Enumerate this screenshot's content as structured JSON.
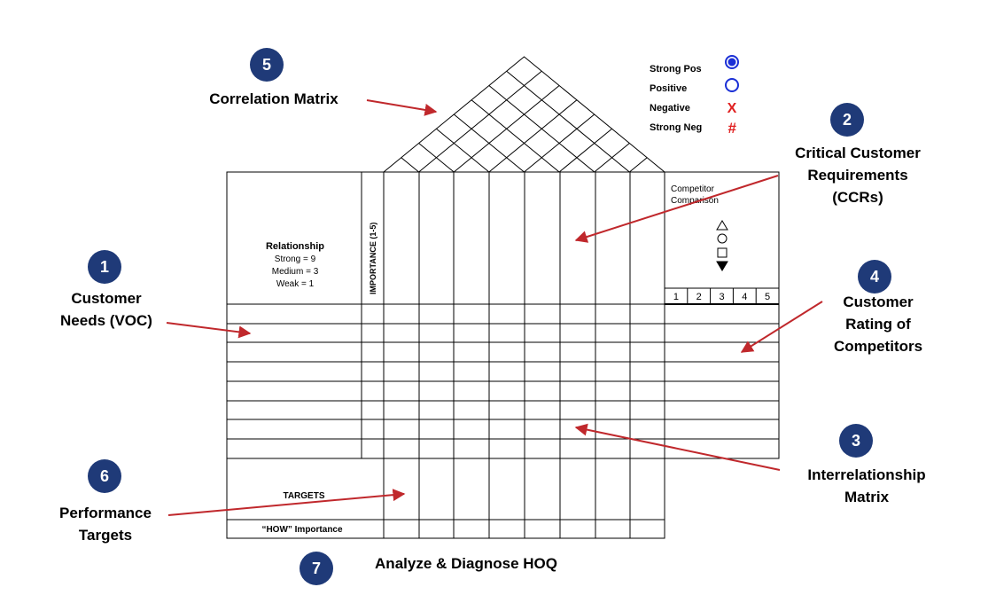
{
  "legend": {
    "strong_pos": "Strong Pos",
    "positive": "Positive",
    "negative": "Negative",
    "strong_neg": "Strong Neg",
    "negative_symbol": "X",
    "strong_neg_symbol": "#"
  },
  "labels": {
    "correlation_matrix": "Correlation Matrix",
    "ccr_line1": "Critical Customer",
    "ccr_line2": "Requirements",
    "ccr_line3": "(CCRs)",
    "voc_line1": "Customer",
    "voc_line2": "Needs (VOC)",
    "rating_line1": "Customer",
    "rating_line2": "Rating of",
    "rating_line3": "Competitors",
    "inter_line1": "Interrelationship",
    "inter_line2": "Matrix",
    "perf_line1": "Performance",
    "perf_line2": "Targets",
    "analyze": "Analyze & Diagnose HOQ"
  },
  "badges": [
    "1",
    "2",
    "3",
    "4",
    "5",
    "6",
    "7"
  ],
  "house": {
    "relationship_title": "Relationship",
    "strong": "Strong = 9",
    "medium": "Medium = 3",
    "weak": "Weak = 1",
    "importance": "IMPORTANCE (1-5)",
    "competitor_line1": "Competitor",
    "competitor_line2": "Comparison",
    "scale": [
      "1",
      "2",
      "3",
      "4",
      "5"
    ],
    "targets": "TARGETS",
    "how_importance": "“HOW” Importance"
  },
  "colors": {
    "badge_fill": "#1f3a78",
    "arrow": "#c0282c",
    "legend_blue": "#1a2fd6",
    "legend_red": "#e02020"
  }
}
